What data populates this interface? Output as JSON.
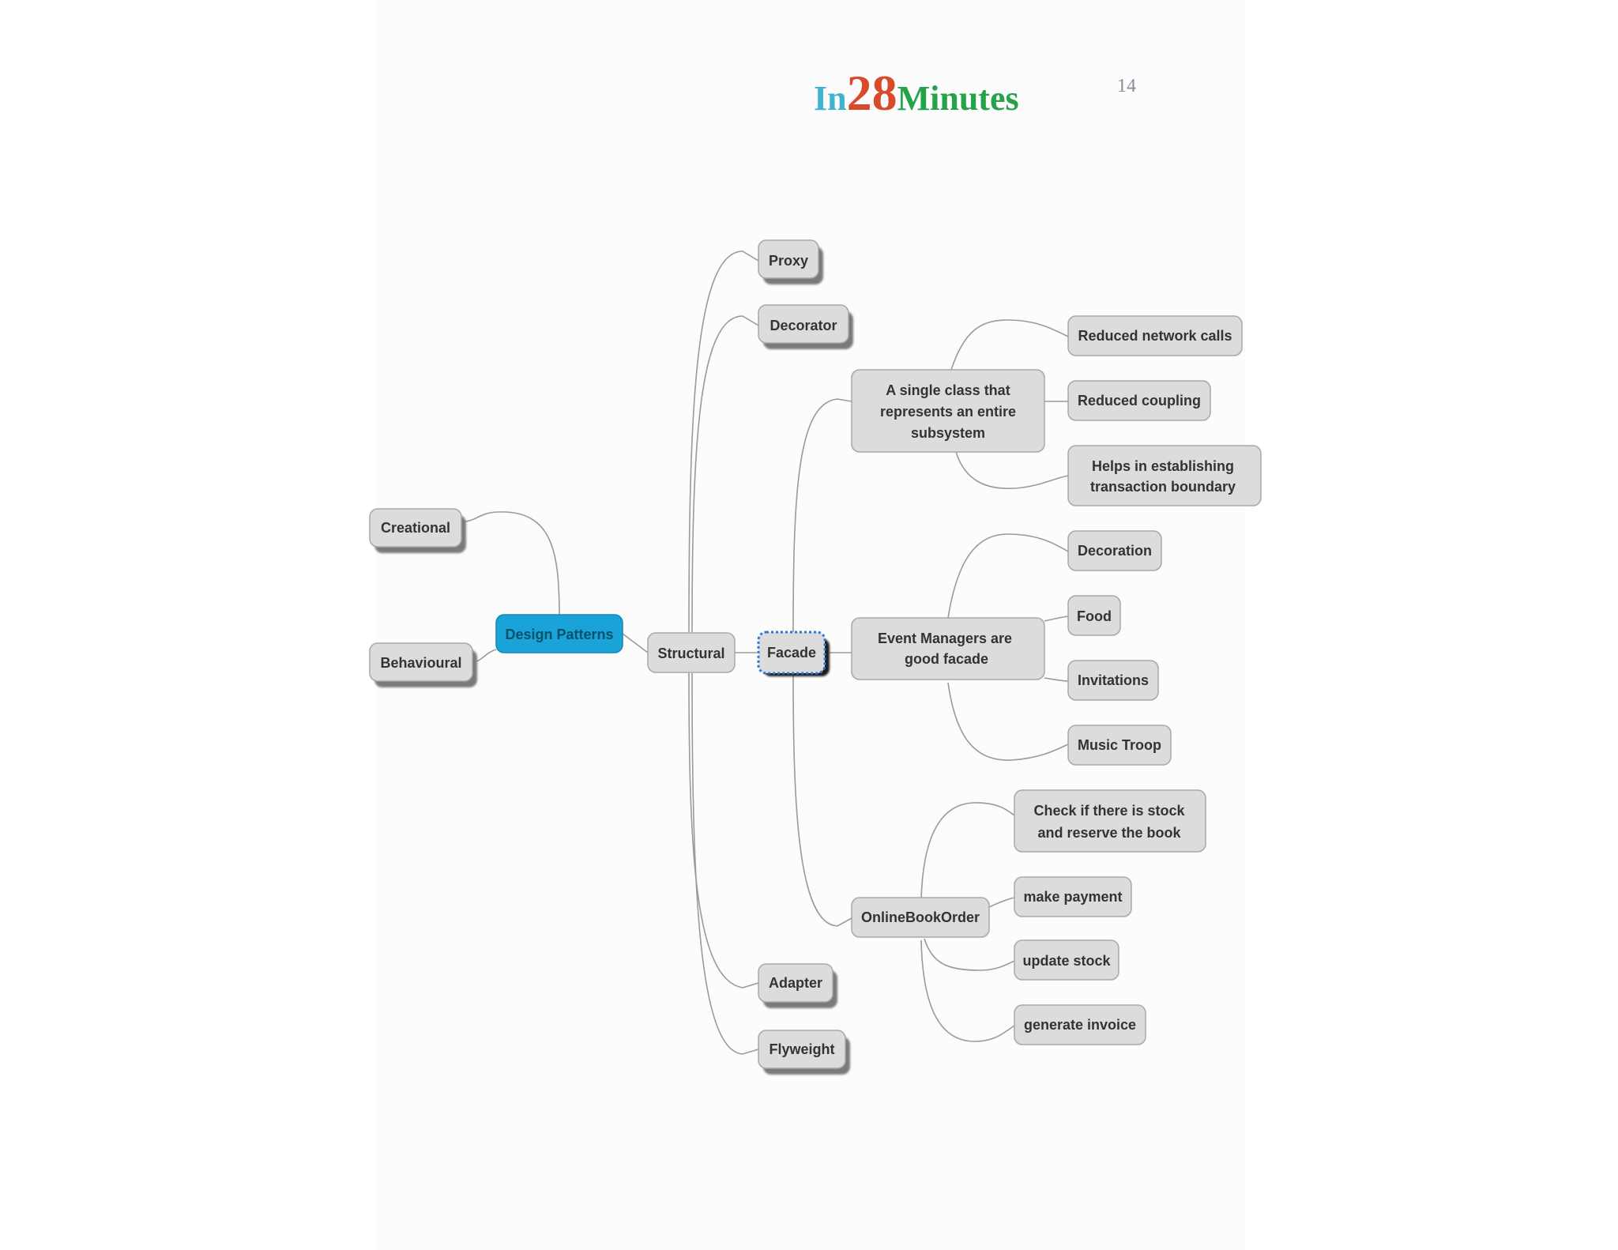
{
  "header": {
    "logo_part1": "In",
    "logo_part2": "28",
    "logo_part3": "Minutes",
    "page_number": "14"
  },
  "colors": {
    "root_fill": "#1aa3d9",
    "node_fill": "#dcdcdc",
    "node_border": "#a8a8a8",
    "shadow": "#7a7a7a",
    "connector": "#9a9a9a",
    "selection": "#2a78d8"
  },
  "mindmap": {
    "root": "Design Patterns",
    "creational": "Creational",
    "behavioural": "Behavioural",
    "structural": "Structural",
    "proxy": "Proxy",
    "decorator": "Decorator",
    "facade": "Facade",
    "adapter": "Adapter",
    "flyweight": "Flyweight",
    "single_class": [
      "A single class that",
      "represents an entire",
      "subsystem"
    ],
    "reduced_network": "Reduced network calls",
    "reduced_coupling": "Reduced coupling",
    "transaction": [
      "Helps in establishing",
      "transaction boundary"
    ],
    "event_managers": [
      "Event Managers are",
      "good facade"
    ],
    "decoration": "Decoration",
    "food": "Food",
    "invitations": "Invitations",
    "music_troop": "Music Troop",
    "online_book_order": "OnlineBookOrder",
    "check_stock": [
      "Check if there is stock",
      "and reserve the book"
    ],
    "make_payment": "make payment",
    "update_stock": "update stock",
    "generate_invoice": "generate invoice"
  }
}
